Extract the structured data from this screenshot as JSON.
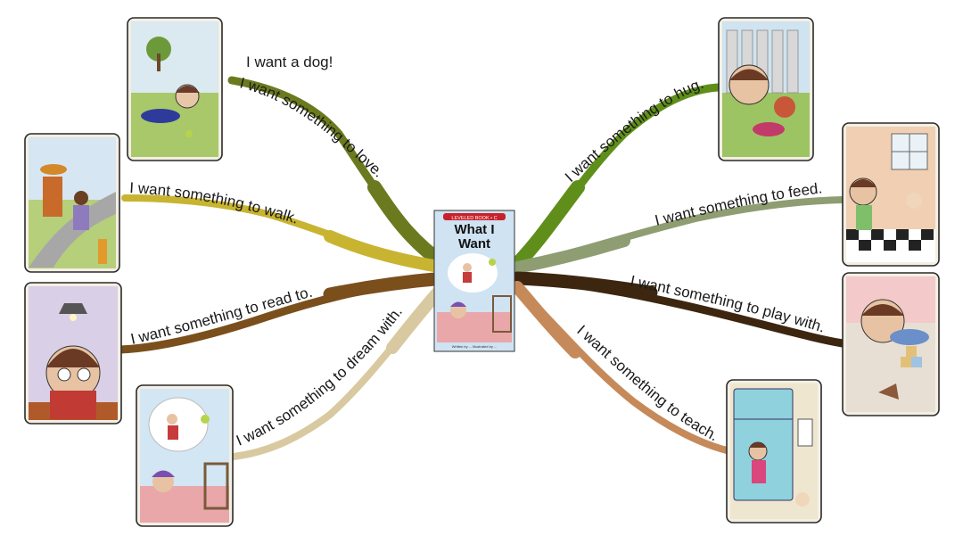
{
  "center": {
    "badge": "LEVELED BOOK • C",
    "title_line1": "What I",
    "title_line2": "Want",
    "credits": "Written by ... Illustrated by ..."
  },
  "branches": [
    {
      "id": "love",
      "label": "I want something to love.",
      "extra": "I want a dog!",
      "color": "#6b7a1f"
    },
    {
      "id": "walk",
      "label": "I want something to walk.",
      "color": "#c8b431"
    },
    {
      "id": "read",
      "label": "I want something to read to.",
      "color": "#7a4f1c"
    },
    {
      "id": "dream",
      "label": "I want something to dream with.",
      "color": "#d9c9a0"
    },
    {
      "id": "hug",
      "label": "I want something to hug.",
      "color": "#5f8f1a"
    },
    {
      "id": "feed",
      "label": "I want something to feed.",
      "color": "#8f9d72"
    },
    {
      "id": "play",
      "label": "I want something to play with.",
      "color": "#3d2610"
    },
    {
      "id": "teach",
      "label": "I want something to teach.",
      "color": "#c68a5a"
    }
  ]
}
